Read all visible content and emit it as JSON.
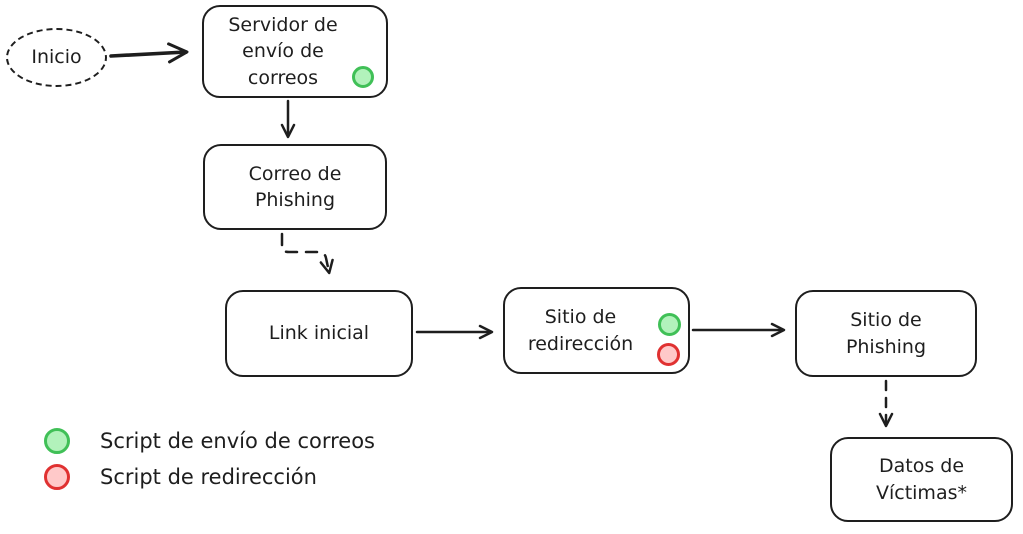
{
  "diagram": {
    "background": "#ffffff",
    "stroke_color": "#1e1e1e",
    "nodes": {
      "inicio": {
        "label": "Inicio",
        "shape": "dashed-ellipse"
      },
      "servidor_envio": {
        "label": "Servidor de\nenvío de\ncorreos",
        "shape": "rounded-rect",
        "badges": [
          "green"
        ]
      },
      "correo_phishing": {
        "label": "Correo de\nPhishing",
        "shape": "rounded-rect"
      },
      "link_inicial": {
        "label": "Link inicial",
        "shape": "rounded-rect"
      },
      "sitio_redireccion": {
        "label": "Sitio de\nredirección",
        "shape": "rounded-rect",
        "badges": [
          "green",
          "red"
        ]
      },
      "sitio_phishing": {
        "label": "Sitio de\nPhishing",
        "shape": "rounded-rect"
      },
      "datos_victimas": {
        "label": "Datos de\nVíctimas*",
        "shape": "rounded-rect"
      }
    },
    "edges": [
      {
        "from": "inicio",
        "to": "servidor_envio",
        "style": "solid"
      },
      {
        "from": "servidor_envio",
        "to": "correo_phishing",
        "style": "solid"
      },
      {
        "from": "correo_phishing",
        "to": "link_inicial",
        "style": "dashed"
      },
      {
        "from": "link_inicial",
        "to": "sitio_redireccion",
        "style": "solid"
      },
      {
        "from": "sitio_redireccion",
        "to": "sitio_phishing",
        "style": "solid"
      },
      {
        "from": "sitio_phishing",
        "to": "datos_victimas",
        "style": "dashed"
      }
    ],
    "legend": [
      {
        "marker": "green-circle",
        "label": "Script de envío de correos",
        "fill": "#b2f2bb",
        "stroke": "#40c057"
      },
      {
        "marker": "red-circle",
        "label": "Script de redirección",
        "fill": "#ffc9c9",
        "stroke": "#e03131"
      }
    ]
  }
}
